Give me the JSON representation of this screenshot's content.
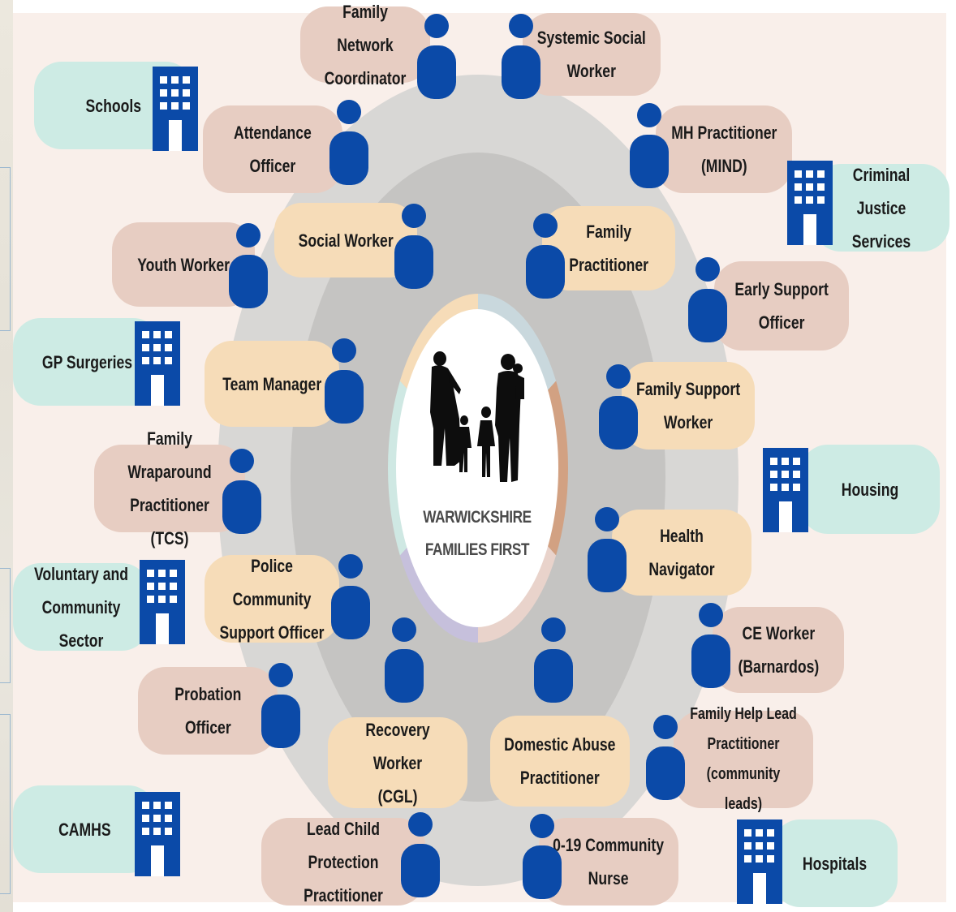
{
  "hub": {
    "title": "WARWICKSHIRE\nFAMILIES FIRST",
    "segment_colors": [
      "#f6dcb8",
      "#c9d8dd",
      "#d2a182",
      "#e9d3cb",
      "#c6c0dc",
      "#cfe8e3"
    ]
  },
  "colors": {
    "canvas": "#f9efea",
    "outer_ring": "#d8d7d5",
    "inner_ring": "#c5c4c2",
    "practitioner_pill": "#e7cdc2",
    "core_team_pill": "#f6dcb8",
    "partner_pill": "#cdebe4",
    "icon_blue": "#0b4aa8"
  },
  "core_team": [
    {
      "label": "Social Worker"
    },
    {
      "label": "Family\nPractitioner"
    },
    {
      "label": "Team Manager"
    },
    {
      "label": "Family Support\nWorker"
    },
    {
      "label": "Health Navigator"
    },
    {
      "label": "Police Community\nSupport Officer"
    },
    {
      "label": "Recovery Worker\n(CGL)"
    },
    {
      "label": "Domestic Abuse\nPractitioner"
    }
  ],
  "practitioners": [
    {
      "label": "Family Network\nCoordinator"
    },
    {
      "label": "Systemic Social\nWorker"
    },
    {
      "label": "Attendance\nOfficer"
    },
    {
      "label": "MH Practitioner\n(MIND)"
    },
    {
      "label": "Youth Worker"
    },
    {
      "label": "Early Support\nOfficer"
    },
    {
      "label": "Family Wraparound\nPractitioner (TCS)"
    },
    {
      "label": "CE Worker\n(Barnardos)"
    },
    {
      "label": "Probation\nOfficer"
    },
    {
      "label": "Family Help Lead\nPractitioner\n(community leads)"
    },
    {
      "label": "Lead Child Protection\nPractitioner"
    },
    {
      "label": "0-19 Community\nNurse"
    }
  ],
  "partners": [
    {
      "label": "Schools"
    },
    {
      "label": "Criminal Justice\nServices"
    },
    {
      "label": "GP Surgeries"
    },
    {
      "label": "Housing"
    },
    {
      "label": "Voluntary and\nCommunity Sector"
    },
    {
      "label": "CAMHS"
    },
    {
      "label": "Hospitals"
    }
  ],
  "icons": {
    "person": "person-icon",
    "building": "building-icon",
    "family": "family-silhouette"
  }
}
